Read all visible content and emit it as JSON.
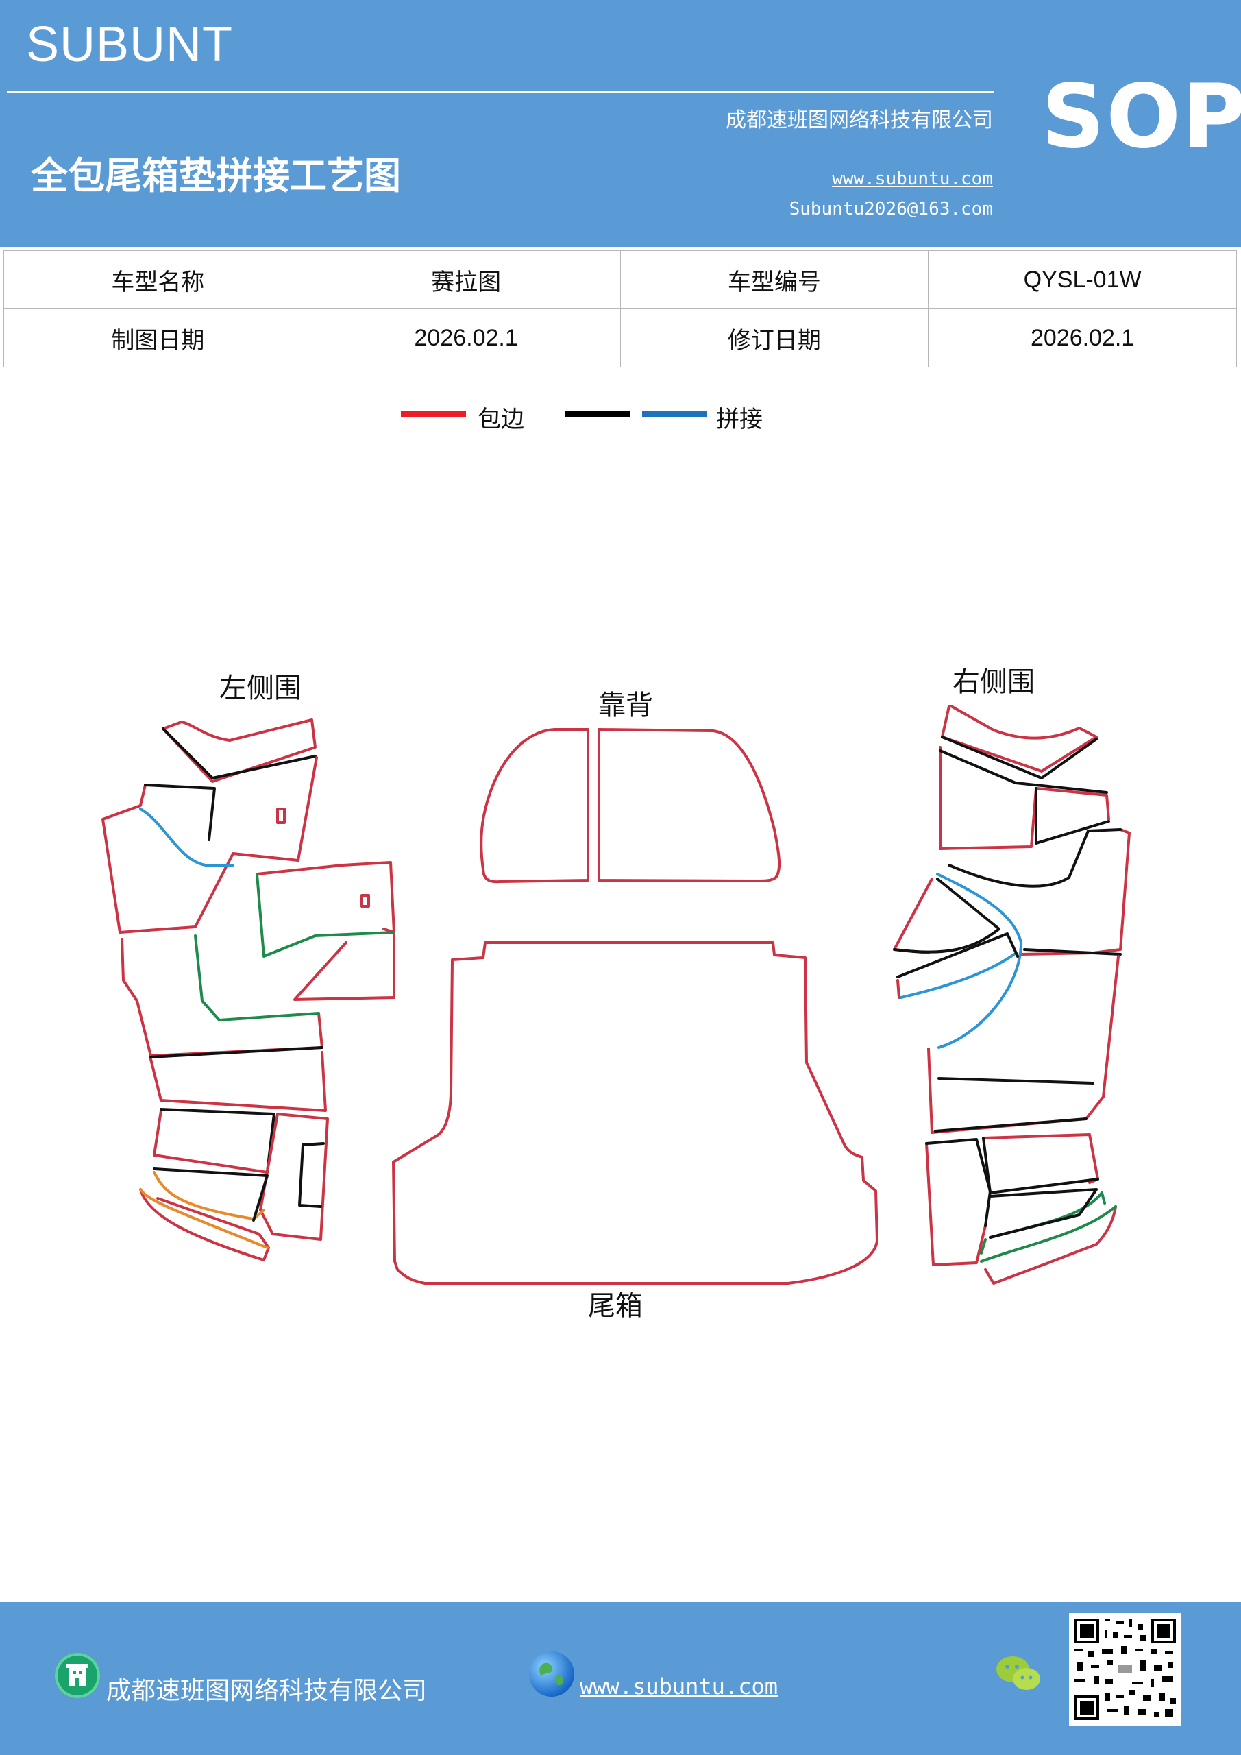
{
  "header": {
    "brand": "SUBUNT",
    "company": "成都速班图网络科技有限公司",
    "sop": "SOP",
    "title": "全包尾箱垫拼接工艺图",
    "website": "www.subuntu.com",
    "email": "Subuntu2026@163.com"
  },
  "info_table": {
    "row1": {
      "label1": "车型名称",
      "value1": "赛拉图",
      "label2": "车型编号",
      "value2": "QYSL-01W"
    },
    "row2": {
      "label1": "制图日期",
      "value1": "2026.02.1",
      "label2": "修订日期",
      "value2": "2026.02.1"
    }
  },
  "legend": {
    "wrap_label": "包边",
    "join_label": "拼接",
    "colors": {
      "wrap": "#ee1c25",
      "black": "#000000",
      "join": "#1e73be"
    }
  },
  "diagram": {
    "left_side_label": "左侧围",
    "back_label": "靠背",
    "right_side_label": "右侧围",
    "trunk_label": "尾箱",
    "colors": {
      "outline": "#cc3344",
      "seam_black": "#111111",
      "seam_blue": "#2b95d6",
      "seam_green": "#1e8a4c",
      "seam_orange": "#e8892a"
    }
  },
  "footer": {
    "company": "成都速班图网络科技有限公司",
    "website": "www.subuntu.com"
  }
}
